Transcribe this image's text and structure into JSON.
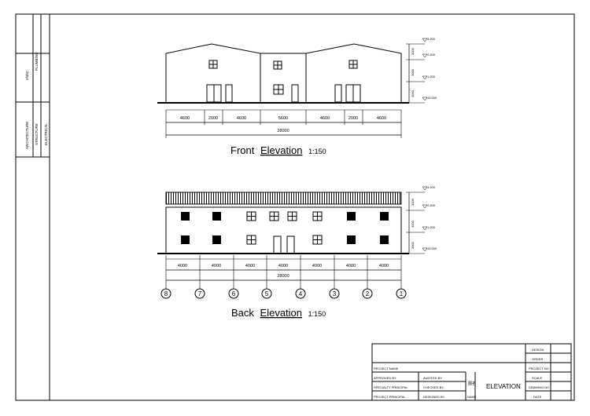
{
  "front": {
    "title": "Front",
    "title_word": "Elevation",
    "scale": "1:150",
    "dims": [
      "4600",
      "2000",
      "4600",
      "5600",
      "4600",
      "2000",
      "4600"
    ],
    "total": "28000",
    "levels": [
      "3.200",
      "2.400",
      "1.200",
      "±0.000"
    ],
    "vdims": [
      "3000",
      "3000",
      "3000"
    ]
  },
  "back": {
    "title": "Back",
    "title_word": "Elevation",
    "scale": "1:150",
    "dims": [
      "4000",
      "4000",
      "4000",
      "4000",
      "4000",
      "4000",
      "4000"
    ],
    "total": "28000",
    "levels": [
      "3.200",
      "2.400",
      "1.200",
      "±0.000"
    ],
    "vdims": [
      "3000",
      "3000",
      "3000"
    ],
    "axes": [
      "8",
      "7",
      "6",
      "5",
      "4",
      "3",
      "2",
      "1"
    ]
  },
  "left_strip": {
    "labels": [
      "HVAC",
      "PLUMBING",
      "ARCHITECTURE",
      "STRUCTURE",
      "ELECTRICAL"
    ]
  },
  "title_block": {
    "drawing_name": "ELEVATION",
    "name_cn": "图名",
    "name_label": "NAME",
    "project_name": "PROJECT NAME",
    "approved_by": "APPROVED BY",
    "audited_by": "AUDITED BY",
    "checked_by": "CHECKED BY",
    "specialty_principal": "SPECIALTY PRINCIPAL",
    "project_principal": "PROJECT PRINCIPAL",
    "designed_by": "DESIGNED BY",
    "design_label": "DESIGN",
    "order_label": "ORDER",
    "project_no": "PROJECT NO",
    "scale_label": "SCALE",
    "drawing_no": "DRAWING NO",
    "date_label": "DATE"
  }
}
